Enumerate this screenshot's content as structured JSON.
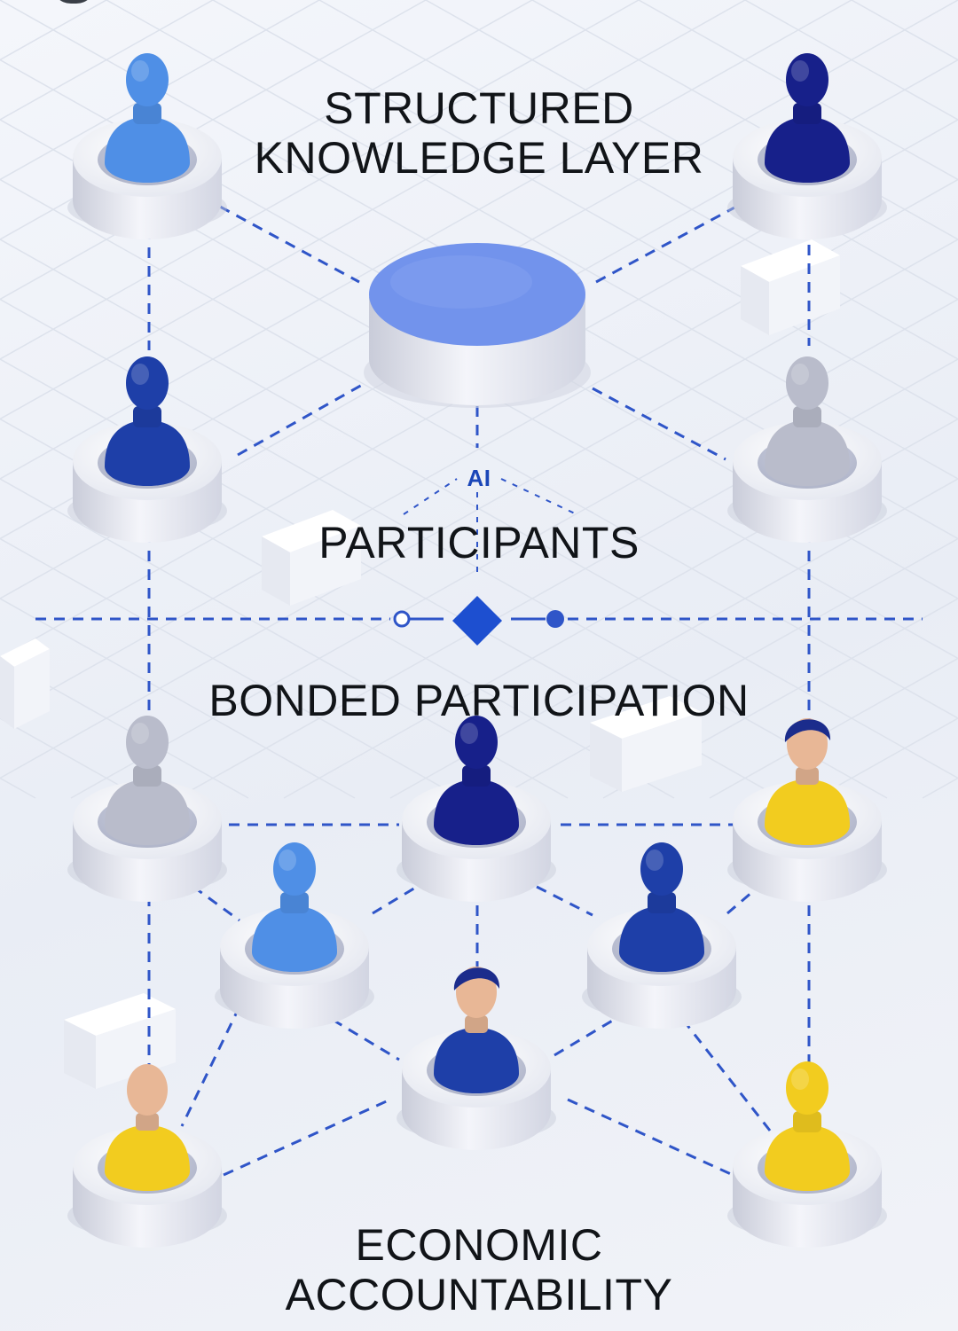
{
  "labels": {
    "structured_line1": "STRUCTURED",
    "structured_line2": "KNOWLEDGE LAYER",
    "ai": "AI",
    "participants": "PARTICIPANTS",
    "bonded": "BONDED PARTICIPATION",
    "economic_line1": "ECONOMIC",
    "economic_line2": "ACCOUNTABILITY"
  },
  "colors": {
    "light_blue": "#4f8fe6",
    "royal_blue": "#1e3fa8",
    "navy": "#17208a",
    "gray": "#b9bccb",
    "yellow": "#f2cc1f",
    "skin": "#e8b796",
    "hair": "#1b2c8c",
    "connector": "#2f55c8",
    "hub_top": "#7293ec"
  },
  "nodes": [
    {
      "id": "top-left",
      "kind": "silhouette",
      "color": "light_blue"
    },
    {
      "id": "top-right",
      "kind": "silhouette",
      "color": "navy"
    },
    {
      "id": "mid-left",
      "kind": "silhouette",
      "color": "royal_blue"
    },
    {
      "id": "mid-right",
      "kind": "silhouette",
      "color": "gray"
    },
    {
      "id": "bond-left",
      "kind": "silhouette",
      "color": "gray"
    },
    {
      "id": "bond-center",
      "kind": "silhouette",
      "color": "navy"
    },
    {
      "id": "bond-right",
      "kind": "person",
      "shirt": "yellow"
    },
    {
      "id": "lower-left",
      "kind": "silhouette",
      "color": "light_blue"
    },
    {
      "id": "lower-right",
      "kind": "silhouette",
      "color": "royal_blue"
    },
    {
      "id": "bottom-center",
      "kind": "person",
      "shirt": "royal_blue"
    },
    {
      "id": "bottom-left",
      "kind": "person-bald",
      "shirt": "yellow"
    },
    {
      "id": "bottom-right",
      "kind": "silhouette",
      "color": "yellow"
    }
  ]
}
